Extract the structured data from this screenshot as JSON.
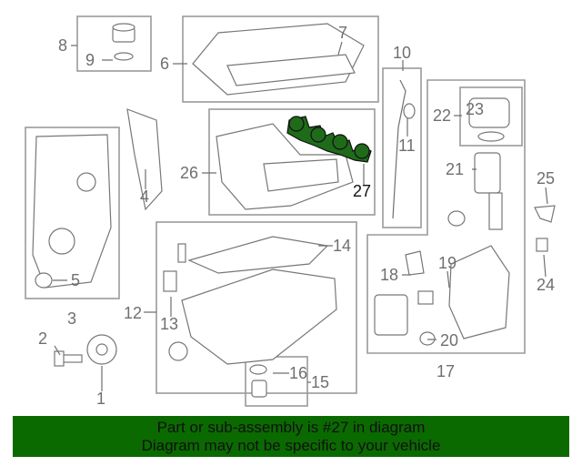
{
  "diagram": {
    "callouts": [
      "1",
      "2",
      "3",
      "4",
      "5",
      "6",
      "7",
      "8",
      "9",
      "10",
      "11",
      "12",
      "13",
      "14",
      "15",
      "16",
      "17",
      "18",
      "19",
      "20",
      "21",
      "22",
      "23",
      "24",
      "25",
      "26",
      "27"
    ],
    "highlighted_part": "27",
    "highlight_color": "#1f6b1a"
  },
  "banner": {
    "line1": "Part or sub-assembly is #27 in diagram",
    "line2": "Diagram may not be specific to your vehicle",
    "color": "#0a6a00"
  }
}
